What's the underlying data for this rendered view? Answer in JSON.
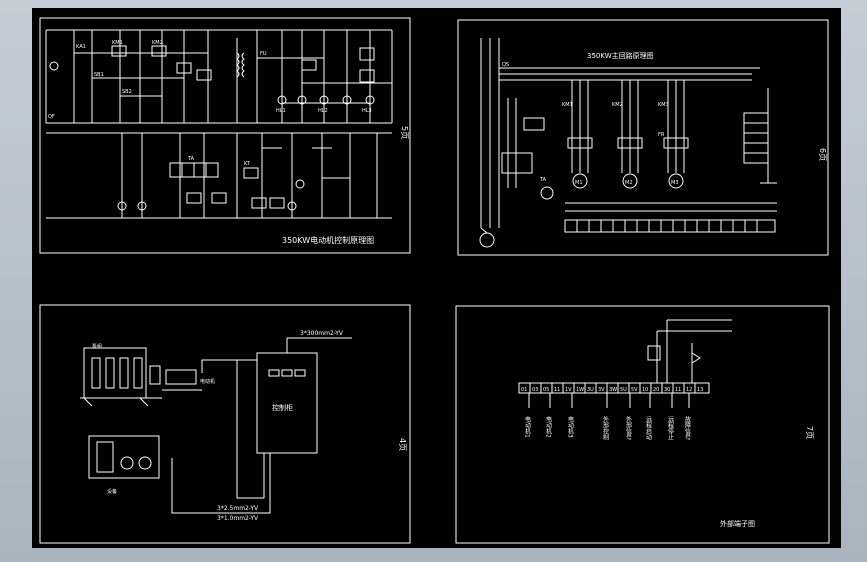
{
  "colors": {
    "background": "#000000",
    "lines": "#ffffff",
    "frame": "#b9c3cc"
  },
  "sheets": {
    "sheet1": {
      "title": "350KW电动机控制原理图",
      "page": "5页",
      "labels": [
        "KA1",
        "KM1",
        "KM2",
        "SB1",
        "SB2",
        "QF",
        "FU",
        "HL1",
        "HL2",
        "HL3",
        "KT",
        "TA"
      ]
    },
    "sheet2": {
      "title": "350KW主回路原理图",
      "page": "6页",
      "labels": [
        "QS",
        "KM1",
        "KM2",
        "KM3",
        "FR",
        "M1",
        "M2",
        "M3",
        "TA"
      ]
    },
    "sheet3": {
      "page": "4页",
      "cable_top": "3*300mm2-YV",
      "cable_bottom_1": "3*2.5mm2-YV",
      "cable_bottom_2": "3*1.0mm2-YV",
      "cabinet": "控制柜",
      "motor": "电动机",
      "pump": "泵组",
      "equipment": "设备"
    },
    "sheet4": {
      "page": "7页",
      "title": "外部端子图",
      "terminals": [
        "01",
        "03",
        "05",
        "11",
        "1V",
        "1W",
        "3U",
        "3V",
        "3W",
        "5U",
        "5V",
        "10",
        "20",
        "30",
        "11",
        "12",
        "13"
      ],
      "column_labels": [
        "电动机1",
        "电动机2",
        "电动机3",
        "外部控制",
        "外部信号",
        "远程启动",
        "远程停止",
        "故障信号"
      ]
    }
  }
}
